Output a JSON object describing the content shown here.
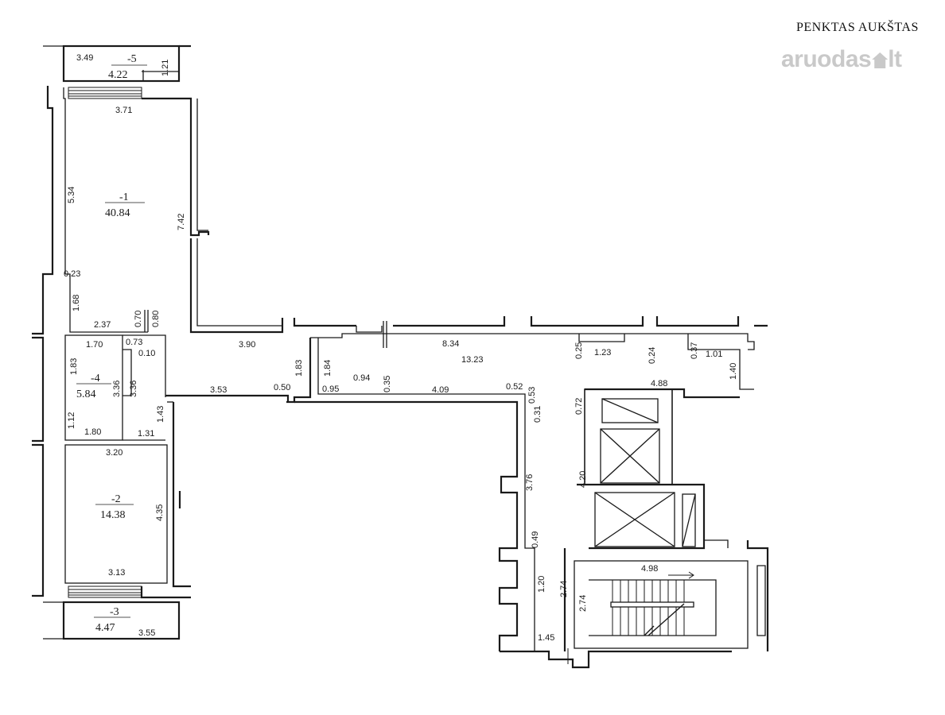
{
  "title": "PENKTAS AUKŠTAS",
  "watermark": {
    "text": "aruodas",
    "suffix": "lt",
    "icon": "house-icon"
  },
  "rooms": {
    "r5": {
      "no": "-5",
      "area": "4.22"
    },
    "r1": {
      "no": "-1",
      "area": "40.84"
    },
    "r4": {
      "no": "-4",
      "area": "5.84"
    },
    "r2": {
      "no": "-2",
      "area": "14.38"
    },
    "r3": {
      "no": "-3",
      "area": "4.47"
    },
    "corridor": {
      "area": "13.23"
    }
  },
  "dims": {
    "d349": "3.49",
    "d121": "1.21",
    "d371": "3.71",
    "d534": "5.34",
    "d742": "7.42",
    "d023": "0.23",
    "d168": "1.68",
    "d237": "2.37",
    "d070": "0.70",
    "d080": "0.80",
    "d170": "1.70",
    "d073": "0.73",
    "d010": "0.10",
    "d183a": "1.83",
    "d336a": "3.36",
    "d336b": "3.36",
    "d112": "1.12",
    "d180": "1.80",
    "d131": "1.31",
    "d143": "1.43",
    "d320": "3.20",
    "d435": "4.35",
    "d313": "3.13",
    "d355": "3.55",
    "d390": "3.90",
    "d183b": "1.83",
    "d184": "1.84",
    "d834": "8.34",
    "d025": "0.25",
    "d123": "1.23",
    "d024": "0.24",
    "d037": "0.37",
    "d101": "1.01",
    "d140": "1.40",
    "d353": "3.53",
    "d050": "0.50",
    "d095": "0.95",
    "d094": "0.94",
    "d035": "0.35",
    "d409": "4.09",
    "d052": "0.52",
    "d053": "0.53",
    "d031": "0.31",
    "d488": "4.88",
    "d072": "0.72",
    "d376": "3.76",
    "d420": "4.20",
    "d049": "0.49",
    "d120": "1.20",
    "d274a": "2.74",
    "d274b": "2.74",
    "d498": "4.98",
    "d145": "1.45"
  }
}
